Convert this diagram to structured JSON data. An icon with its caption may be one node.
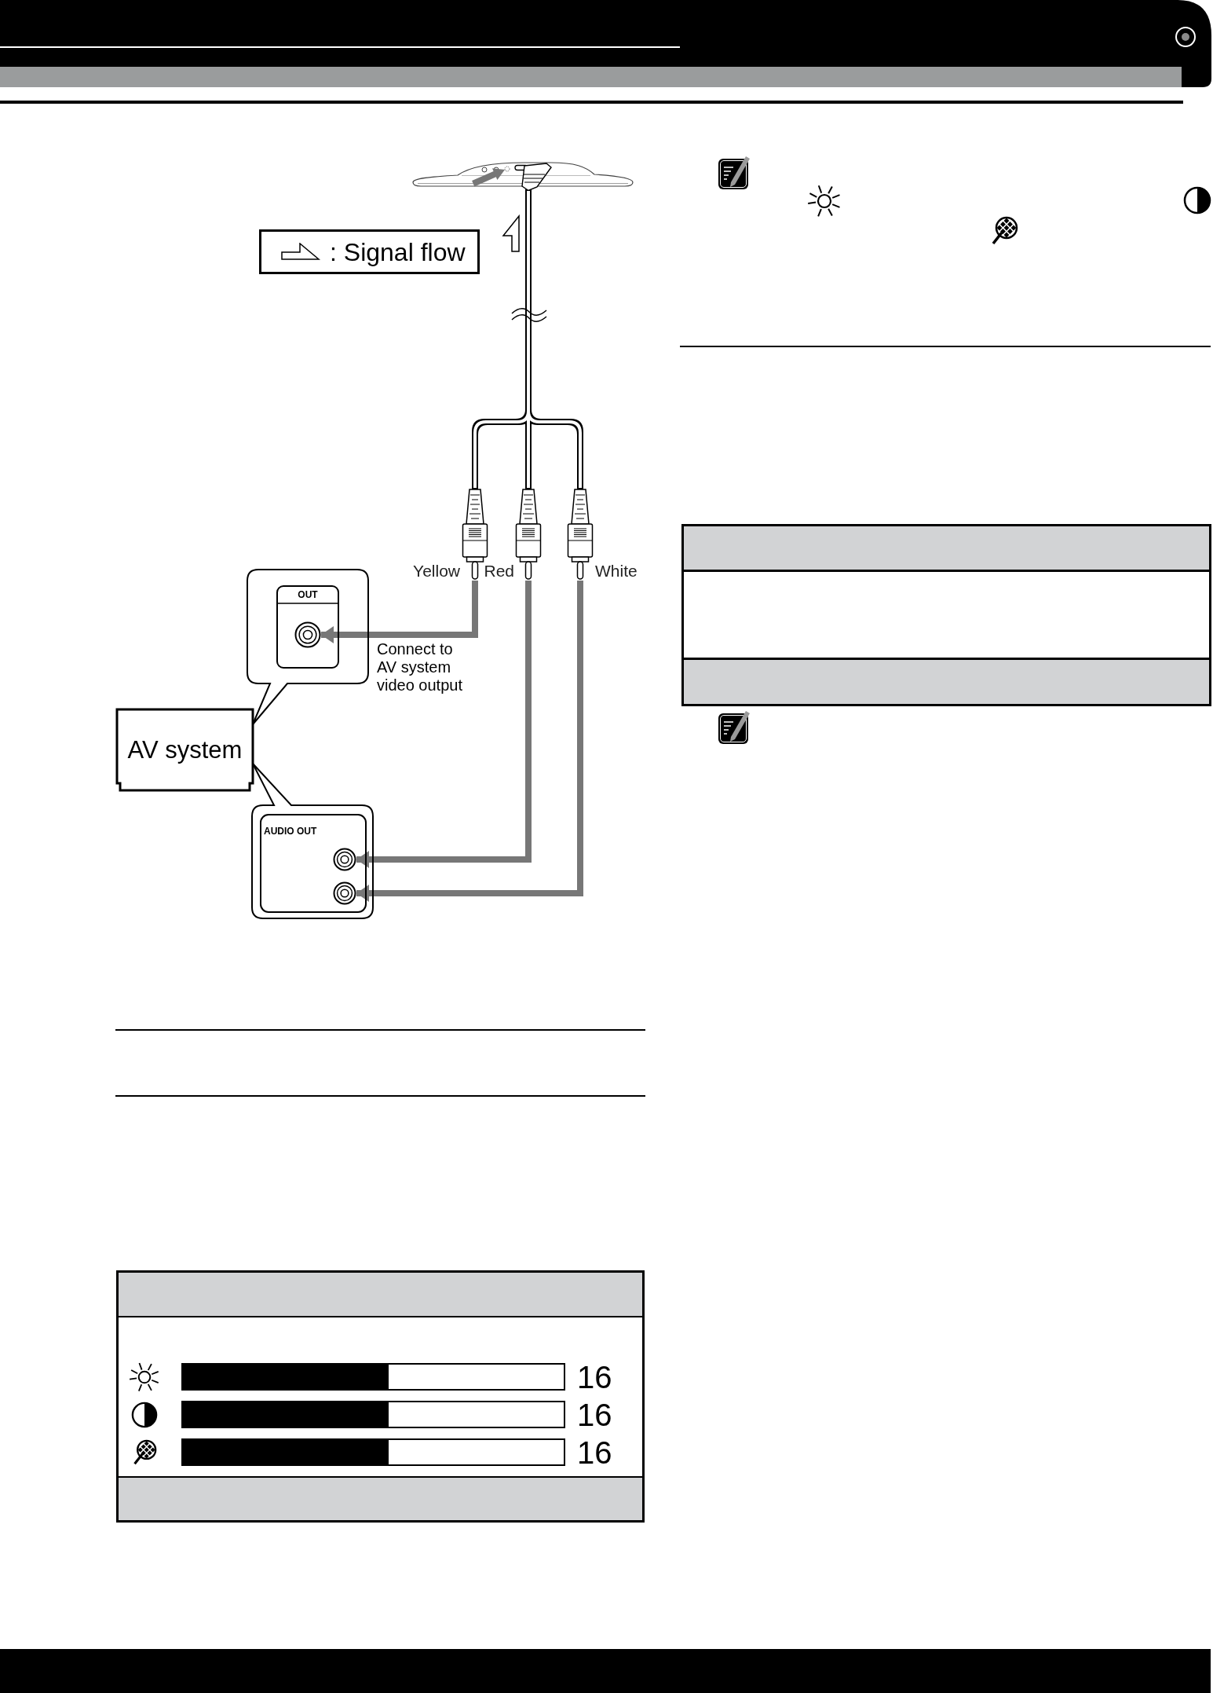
{
  "diagram": {
    "nodes": [
      {
        "text": [],
        "shape": "picture"
      },
      {
        "text": [],
        "shape": "picture",
        "beside": [
          "Yellow"
        ]
      },
      {
        "text": [],
        "shape": "picture",
        "beside": [
          "Red"
        ]
      },
      {
        "text": [],
        "shape": "picture",
        "beside": [
          "White"
        ]
      },
      {
        "text": [],
        "shape": "bubble"
      },
      {
        "text": [
          "OUT"
        ],
        "in": 4
      },
      {
        "text": [],
        "shape": "circle",
        "in": 5
      },
      {
        "text": [
          "AV system"
        ]
      },
      {
        "text": [],
        "shape": "bubble"
      },
      {
        "text": [
          "AUDIO OUT"
        ],
        "in": 8
      },
      {
        "text": [],
        "shape": "circle",
        "in": 9
      },
      {
        "text": [],
        "shape": "circle",
        "in": 9
      },
      {
        "text": [],
        "shape": "table"
      }
    ],
    "edges": [
      {
        "from": 0,
        "to": 1,
        "arrow": "none"
      },
      {
        "from": 0,
        "to": 2,
        "arrow": "none"
      },
      {
        "from": 0,
        "to": 3,
        "arrow": "none"
      },
      {
        "from": 1,
        "to": 6,
        "arrow": "to",
        "style": "thick",
        "color": "#777777"
      },
      {
        "from": 2,
        "to": 10,
        "arrow": "to",
        "style": "thick",
        "color": "#777777"
      },
      {
        "from": 3,
        "to": 11,
        "arrow": "to",
        "style": "thick",
        "color": "#777777"
      }
    ],
    "labels": [
      "Connect to AV system video output",
      "16",
      "16",
      "16"
    ],
    "legend": [
      {
        "text": ": Signal flow"
      }
    ]
  }
}
